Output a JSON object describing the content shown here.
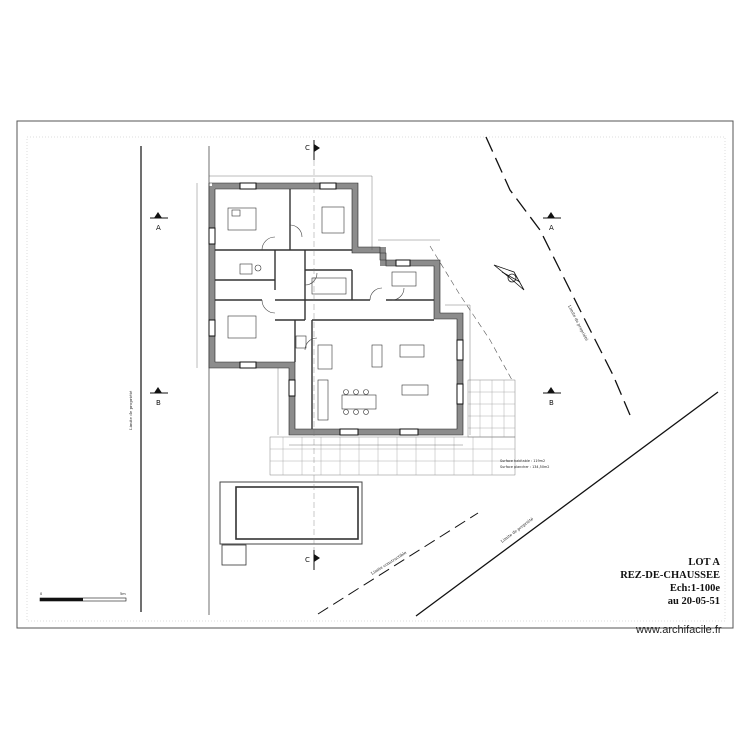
{
  "title_block": {
    "line1": "LOT A",
    "line2": "REZ-DE-CHAUSSEE",
    "line3": "Ech:1-100e",
    "line4": "au 20-05-51"
  },
  "watermark": "www.archifacile.fr",
  "section_markers": {
    "a": "A",
    "b": "B",
    "c": "C"
  },
  "boundary_labels": {
    "left": "Limite de propriété",
    "diagonal_upper": "Limite de propriété",
    "diagonal_lower": "Limite de propriété",
    "diagonal_mid": "Limite constructible"
  },
  "surfaces": {
    "habitable": "Surface habitable : 119m2",
    "plancher": "Surface plancher : 134,50m2"
  },
  "scale_bar": {
    "start": "0",
    "end": "5m"
  },
  "colors": {
    "wall": "#8c8c8c",
    "line": "#222222"
  }
}
